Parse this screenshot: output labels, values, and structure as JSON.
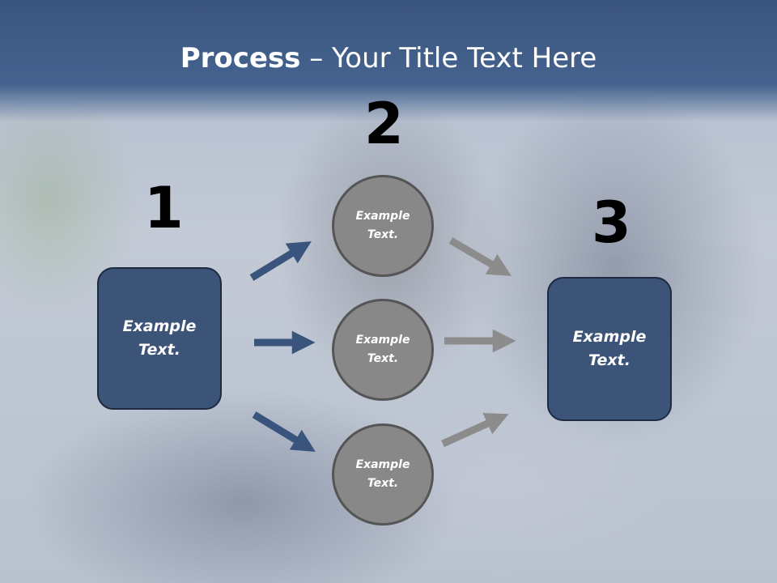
{
  "title": {
    "bold": "Process",
    "rest": " – Your Title Text Here"
  },
  "steps": [
    {
      "number": "1",
      "label": "Example\nText."
    },
    {
      "number": "2",
      "labels": [
        "Example\nText.",
        "Example\nText.",
        "Example\nText."
      ]
    },
    {
      "number": "3",
      "label": "Example\nText."
    }
  ],
  "colors": {
    "header": "#3a557d",
    "box_fill": "#3c5478",
    "arrow_blue": "#3a557d",
    "circle_fill": "#888888",
    "arrow_gray": "#8c8c8c"
  }
}
